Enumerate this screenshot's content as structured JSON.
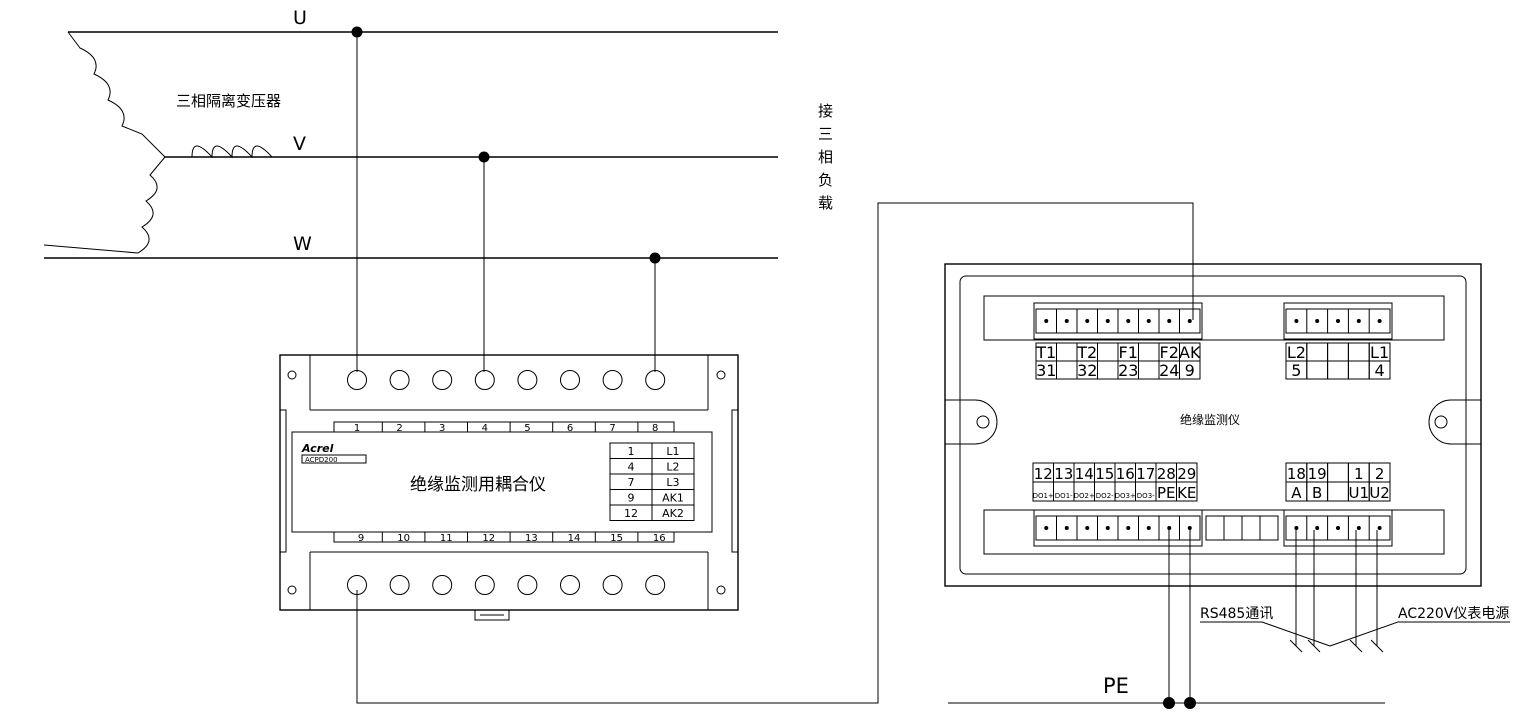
{
  "phases": {
    "u": "U",
    "v": "V",
    "w": "W"
  },
  "transformer_label": "三相隔离变压器",
  "load_label": [
    "接",
    "三",
    "相",
    "负",
    "载"
  ],
  "coupler": {
    "brand": "Acrel",
    "model": "ACPD200",
    "title": "绝缘监测用耦合仪",
    "top_numbers": [
      "1",
      "2",
      "3",
      "4",
      "5",
      "6",
      "7",
      "8"
    ],
    "bottom_numbers": [
      "9",
      "10",
      "11",
      "12",
      "13",
      "14",
      "15",
      "16"
    ],
    "mapping": [
      {
        "pin": "1",
        "name": "L1"
      },
      {
        "pin": "4",
        "name": "L2"
      },
      {
        "pin": "7",
        "name": "L3"
      },
      {
        "pin": "9",
        "name": "AK1"
      },
      {
        "pin": "12",
        "name": "AK2"
      }
    ]
  },
  "monitor": {
    "title": "绝缘监测仪",
    "top_left_labels": [
      "T1",
      "T2",
      "F1",
      "F2",
      "AK"
    ],
    "top_left_numbers": [
      "31",
      "32",
      "23",
      "24",
      "9"
    ],
    "top_right_labels": [
      "L2",
      "L1"
    ],
    "top_right_numbers": [
      "5",
      "4"
    ],
    "bottom_left_numbers": [
      "12",
      "13",
      "14",
      "15",
      "16",
      "17",
      "28",
      "29"
    ],
    "bottom_left_labels": [
      "DO1+",
      "DO1-",
      "DO2+",
      "DO2-",
      "DO3+",
      "DO3-",
      "PE",
      "KE"
    ],
    "bottom_right_numbers": [
      "18",
      "19",
      "1",
      "2"
    ],
    "bottom_right_labels": [
      "A",
      "B",
      "U1",
      "U2"
    ]
  },
  "rs485_label": "RS485通讯",
  "ac_label": "AC220V仪表电源",
  "pe_label": "PE"
}
